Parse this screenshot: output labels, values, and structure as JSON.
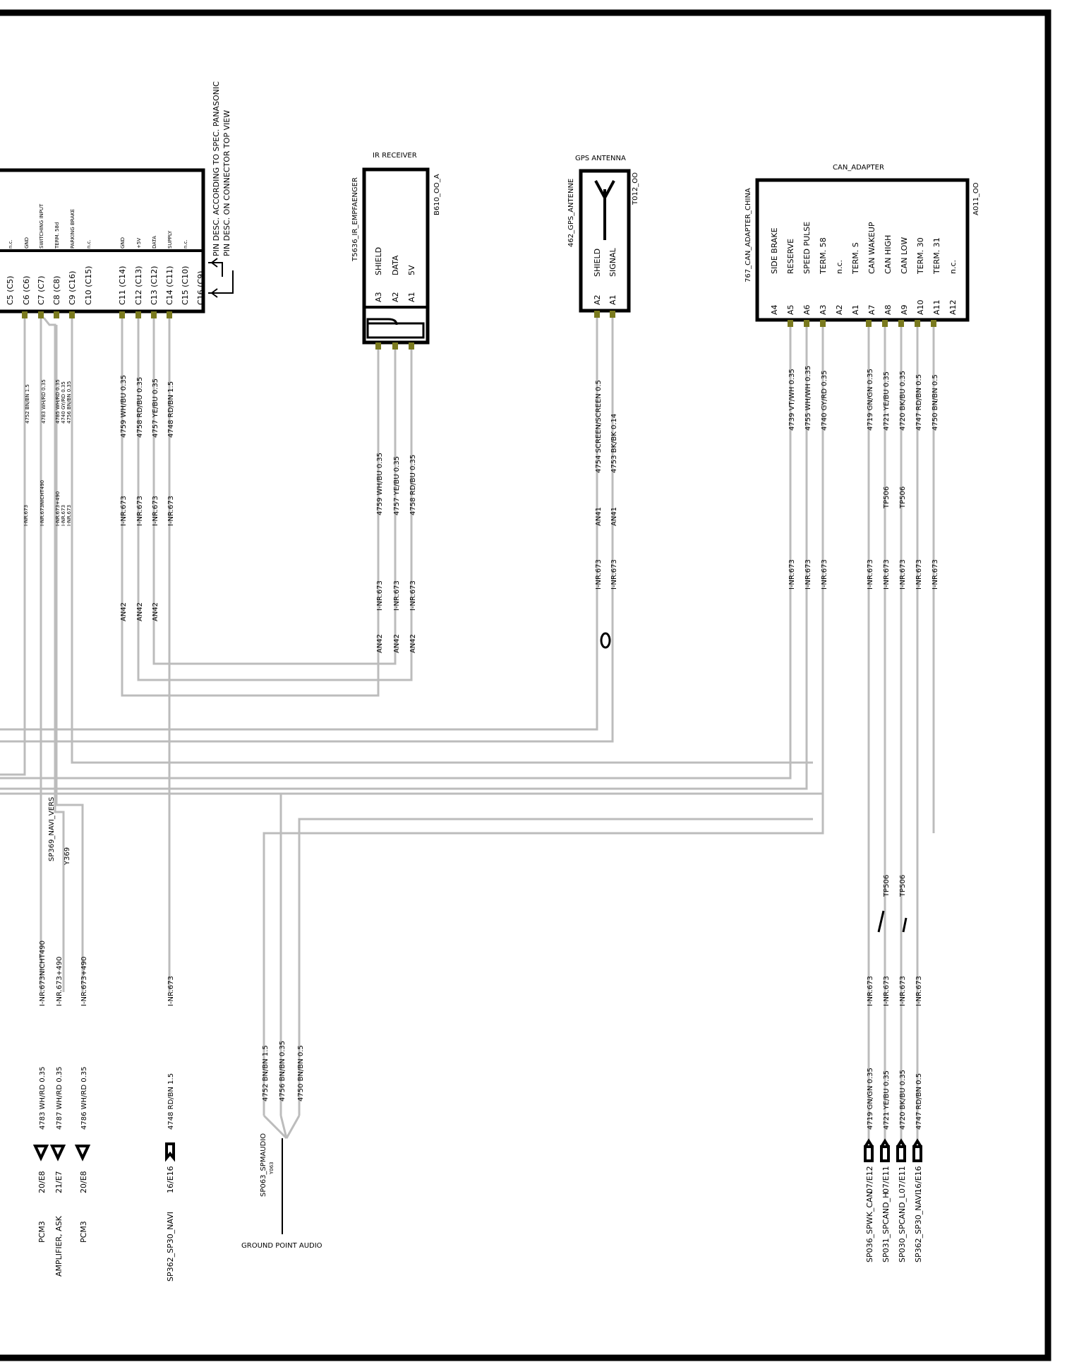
{
  "main_connector": {
    "pin_desc_lines": [
      "PIN DESC. ACCORDING TO SPEC. PANASONIC",
      "PIN DESC. ON CONNECTOR TOP VIEW"
    ],
    "pins": [
      {
        "pin": "C5",
        "alt": "(C5)",
        "func": "n.c."
      },
      {
        "pin": "C6",
        "alt": "(C6)",
        "func": "GND"
      },
      {
        "pin": "C7",
        "alt": "(C7)",
        "func": "SWITCHING INPUT"
      },
      {
        "pin": "C8",
        "alt": "(C8)",
        "func": "TERM. 58d"
      },
      {
        "pin": "C9",
        "alt": "(C16)",
        "func": "PARKING BRAKE"
      },
      {
        "pin": "C10",
        "alt": "(C15)",
        "func": "n.c."
      },
      {
        "pin": "C11",
        "alt": "(C14)",
        "func": "GND"
      },
      {
        "pin": "C12",
        "alt": "(C13)",
        "func": "+5V"
      },
      {
        "pin": "C13",
        "alt": "(C12)",
        "func": "DATA"
      },
      {
        "pin": "C14",
        "alt": "(C11)",
        "func": "SUPPLY"
      },
      {
        "pin": "C15",
        "alt": "(C10)",
        "func": "n.c."
      },
      {
        "pin": "C16",
        "alt": "(C9)",
        "func": ""
      }
    ]
  },
  "ir_receiver": {
    "title": "IR RECEIVER",
    "part": "T5636_IR_EMPFAENGER",
    "ref": "B610_OO_A",
    "pins": [
      {
        "pin": "A3",
        "func": "SHIELD"
      },
      {
        "pin": "A2",
        "func": "DATA"
      },
      {
        "pin": "A1",
        "func": "5V"
      }
    ]
  },
  "gps_antenna": {
    "title": "GPS ANTENNA",
    "part": "462_GPS_ANTENNE",
    "ref": "T012_OO",
    "pins": [
      {
        "pin": "A2",
        "func": "SHIELD"
      },
      {
        "pin": "A1",
        "func": "SIGNAL"
      }
    ]
  },
  "can_adapter": {
    "title": "CAN_ADAPTER",
    "part": "767_CAN_ADAPTER_CHINA",
    "ref": "A011_OO",
    "pins": [
      {
        "pin": "A4",
        "func": "SIDE BRAKE"
      },
      {
        "pin": "A5",
        "func": "RESERVE"
      },
      {
        "pin": "A6",
        "func": "SPEED PULSE"
      },
      {
        "pin": "A3",
        "func": "TERM. 58"
      },
      {
        "pin": "A2",
        "func": "n.c."
      },
      {
        "pin": "A1",
        "func": "TERM. S"
      },
      {
        "pin": "A7",
        "func": "CAN WAKEUP"
      },
      {
        "pin": "A8",
        "func": "CAN HIGH"
      },
      {
        "pin": "A9",
        "func": "CAN LOW"
      },
      {
        "pin": "A10",
        "func": "TERM. 30"
      },
      {
        "pin": "A11",
        "func": "TERM. 31"
      },
      {
        "pin": "A12",
        "func": "n.c."
      }
    ]
  },
  "wire_labels": {
    "main_top": [
      "4752 BN/BN 1.5",
      "4783 WH/RD 0.35",
      "4785 WH/RD 0.35",
      "4740 GY/RD 0.35",
      "4756 BN/BN 0.35"
    ],
    "main_right": [
      "4759 WH/BU 0.35",
      "4758 RD/BU 0.35",
      "4757 YE/BU 0.35",
      "4748 RD/BN 1.5"
    ],
    "main_inr": [
      "I-NR.673",
      "I-NR.673NICHT490",
      "I-NR.673+490",
      "I-NR.673",
      "I-NR.673"
    ],
    "main_inr_right": [
      "I-NR.673",
      "I-NR.673",
      "I-NR.673",
      "I-NR.673"
    ],
    "an42": [
      "AN42",
      "AN42",
      "AN42"
    ],
    "ir_wires": [
      "4759 WH/BU 0.35",
      "4757 YE/BU 0.35",
      "4758 RD/BU 0.35"
    ],
    "ir_inr": [
      "I-NR.673",
      "I-NR.673",
      "I-NR.673"
    ],
    "ir_an42": [
      "AN42",
      "AN42",
      "AN42"
    ],
    "gps_wires": [
      "4754 SCREEN/SCREEN 0.5",
      "4753 BK/BK 0.14"
    ],
    "gps_an41": [
      "AN41",
      "AN41"
    ],
    "gps_inr": [
      "I-NR.673",
      "I-NR.673"
    ],
    "can_wires_a": [
      "4739 VT/WH 0.35",
      "4755 WH/WH 0.35",
      "4740 GY/RD 0.35"
    ],
    "can_wires_b": [
      "4719 GN/GN 0.35",
      "4721 YE/BU 0.35",
      "4720 BK/BU 0.35",
      "4747 RD/BN 0.5",
      "4750 BN/BN 0.5"
    ],
    "can_tp": [
      "TP506",
      "TP506"
    ],
    "can_inr_a": [
      "I-NR.673",
      "I-NR.673",
      "I-NR.673"
    ],
    "can_inr_b": [
      "I-NR.673",
      "I-NR.673",
      "I-NR.673",
      "I-NR.673",
      "I-NR.673"
    ],
    "sp369": "SP369_NAVI_VERS",
    "y369": "Y369",
    "bottom_left_inr": [
      "I-NR.673NICHT490",
      "I-NR.673+490",
      "I-NR.673+490"
    ],
    "bottom_left_inr2": "I-NR.673",
    "bottom_left_wires": [
      "4783 WH/RD 0.35",
      "4787 WH/RD 0.35",
      "4786 WH/RD 0.35"
    ],
    "bottom_left_wire4": "4748 RD/BN 1.5",
    "ground_wires": [
      "4752 BN/BN 1.5",
      "4756 BN/BN 0.35",
      "4750 BN/BN 0.5"
    ],
    "bottom_can_tp": [
      "TP506",
      "TP506"
    ],
    "bottom_can_inr": [
      "I-NR.673",
      "I-NR.673",
      "I-NR.673",
      "I-NR.673"
    ],
    "bottom_can_wires": [
      "4719 GN/GN 0.35",
      "4721 YE/BU 0.35",
      "4720 BK/BU 0.35",
      "4747 RD/BN 0.5"
    ]
  },
  "bottom_refs_left": [
    {
      "ref": "20/E8",
      "name": "PCM3"
    },
    {
      "ref": "21/E7",
      "name": "AMPLIFIER, ASK"
    },
    {
      "ref": "20/E8",
      "name": "PCM3"
    },
    {
      "ref": "16/E16",
      "name": "SP362_SP30_NAVI"
    }
  ],
  "ground_point": {
    "sp": "SP063_SPMAUDIO",
    "code": "Y063",
    "label": "GROUND POINT AUDIO"
  },
  "bottom_refs_right": [
    {
      "ref": "07/E12",
      "name": "SP036_SPWK_CAN"
    },
    {
      "ref": "07/E11",
      "name": "SP031_SPCAND_H"
    },
    {
      "ref": "07/E11",
      "name": "SP030_SPCAND_L"
    },
    {
      "ref": "16/E16",
      "name": "SP362_SP30_NAVI"
    }
  ],
  "colors": {
    "wire": "#bcbcbc",
    "frame": "#000000",
    "pin_marker": "#7a7a1e"
  }
}
